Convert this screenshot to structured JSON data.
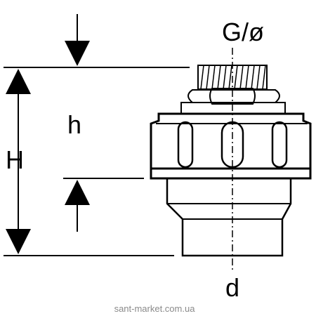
{
  "labels": {
    "thread": "G/ø",
    "height_total": "H",
    "height_partial": "h",
    "diameter": "d"
  },
  "watermark": "sant-market.com.ua"
}
